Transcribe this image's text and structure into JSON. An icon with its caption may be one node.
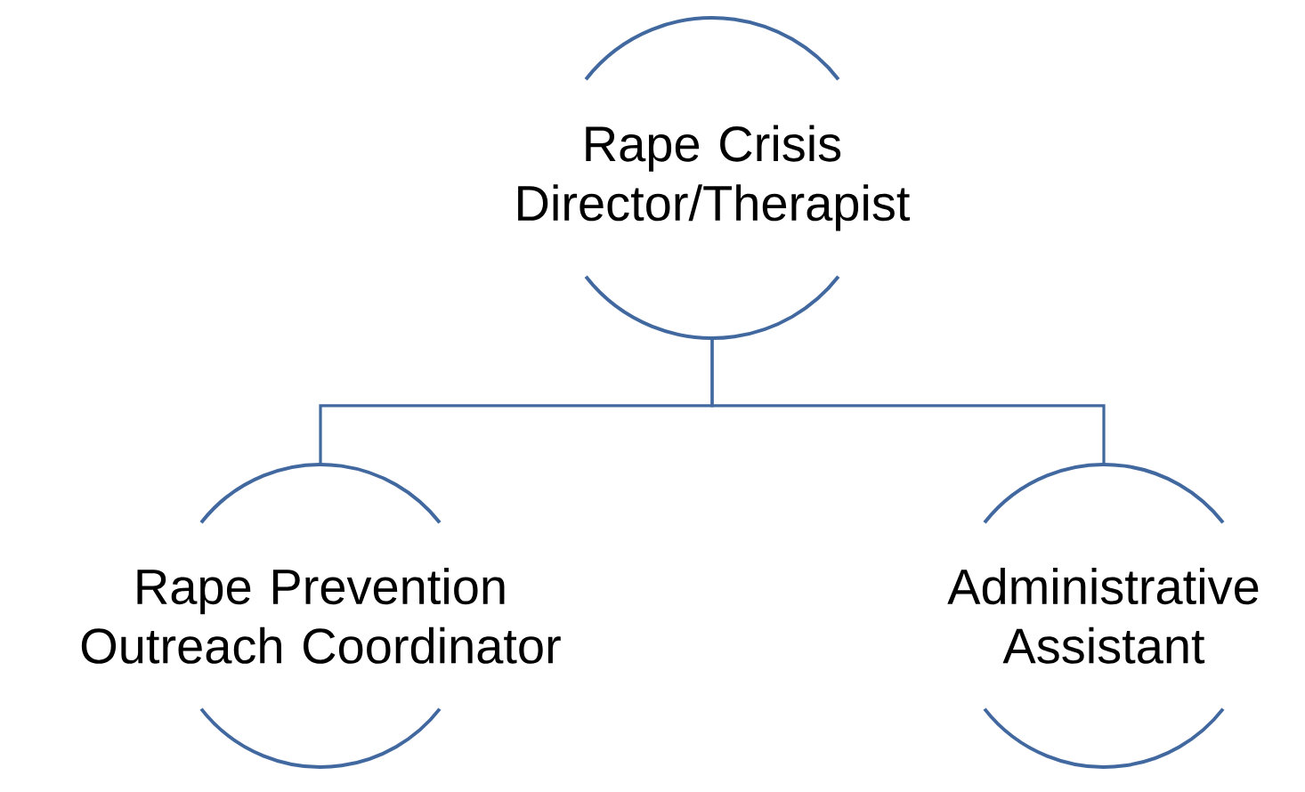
{
  "diagram": {
    "nodes": [
      {
        "text": [
          "Rape Crisis Director/Therapist"
        ]
      },
      {
        "text": [
          "Rape Prevention Outreach Coordinator"
        ]
      },
      {
        "text": [
          "Administrative Assistant"
        ]
      }
    ],
    "edges": [
      {
        "from": 0,
        "to": 1,
        "arrow": "none"
      },
      {
        "from": 0,
        "to": 2,
        "arrow": "none"
      }
    ]
  }
}
